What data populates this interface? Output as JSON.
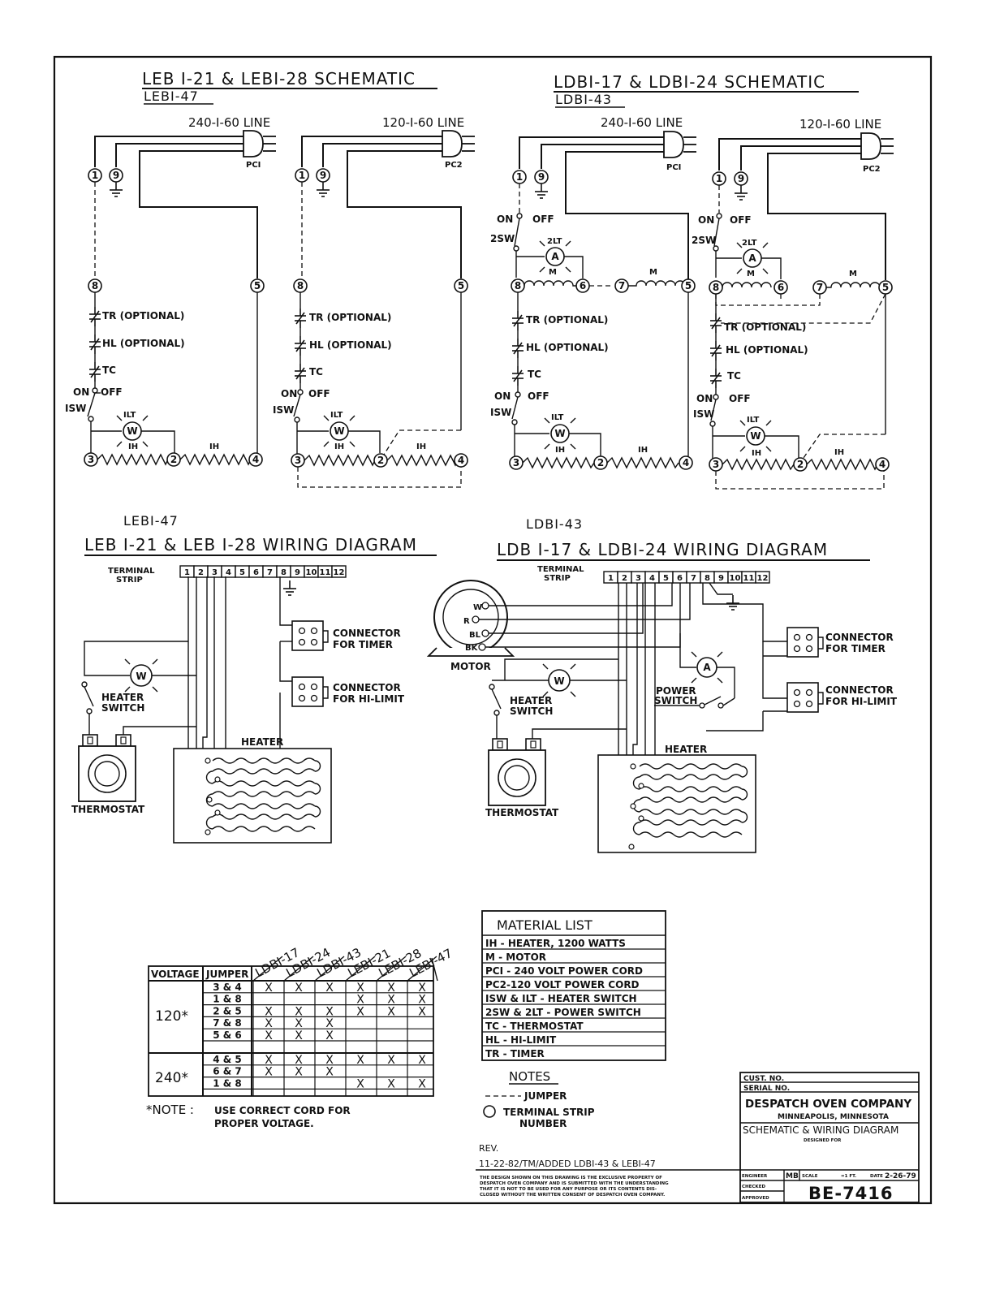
{
  "schematic_left": {
    "title": "LEB I-21 & LEBI-28 SCHEMATIC",
    "subtitle": "LEBI-47",
    "line_240": "240-I-60 LINE",
    "line_120": "120-I-60 LINE",
    "pc1": "PCI",
    "pc2": "PC2"
  },
  "schematic_right": {
    "title": "LDBI-17 & LDBI-24 SCHEMATIC",
    "subtitle": "LDBI-43",
    "line_240": "240-I-60 LINE",
    "line_120": "120-I-60 LINE",
    "pc1": "PCI",
    "pc2": "PC2"
  },
  "schematic_labels": {
    "tr": "TR (OPTIONAL)",
    "hl": "HL (OPTIONAL)",
    "tc": "TC",
    "on": "ON",
    "off": "OFF",
    "isw": "ISW",
    "ilt": "ILT",
    "ih": "IH",
    "sw2": "2SW",
    "lt2": "2LT",
    "m": "M",
    "w": "W",
    "a": "A"
  },
  "nodes": [
    "1",
    "9",
    "8",
    "5",
    "3",
    "2",
    "4",
    "6",
    "7"
  ],
  "wiring_left": {
    "subtitle": "LEBI-47",
    "title": "LEB I-21 & LEB I-28 WIRING DIAGRAM",
    "terminal_strip": [
      "TERMINAL",
      "STRIP"
    ],
    "terminals": [
      "1",
      "2",
      "3",
      "4",
      "5",
      "6",
      "7",
      "8",
      "9",
      "10",
      "11",
      "12"
    ],
    "connector_timer": [
      "CONNECTOR",
      "FOR TIMER"
    ],
    "connector_hilimit": [
      "CONNECTOR",
      "FOR HI-LIMIT"
    ],
    "heater_switch": [
      "HEATER",
      "SWITCH"
    ],
    "heater": "HEATER",
    "thermostat": "THERMOSTAT"
  },
  "wiring_right": {
    "subtitle": "LDBI-43",
    "title": "LDB I-17 & LDBI-24 WIRING DIAGRAM",
    "terminal_strip": [
      "TERMINAL",
      "STRIP"
    ],
    "terminals": [
      "1",
      "2",
      "3",
      "4",
      "5",
      "6",
      "7",
      "8",
      "9",
      "10",
      "11",
      "12"
    ],
    "connector_timer": [
      "CONNECTOR",
      "FOR TIMER"
    ],
    "connector_hilimit": [
      "CONNECTOR",
      "FOR HI-LIMIT"
    ],
    "heater_switch": [
      "HEATER",
      "SWITCH"
    ],
    "power_switch": [
      "POWER",
      "SWITCH"
    ],
    "heater": "HEATER",
    "thermostat": "THERMOSTAT",
    "motor": "MOTOR",
    "motor_leads": [
      "W",
      "R",
      "BL",
      "BK"
    ]
  },
  "jumper_table": {
    "header_voltage": "VOLTAGE",
    "header_jumper": "JUMPER",
    "models": [
      "LDBI-17",
      "LDBI-24",
      "LDBI-43",
      "LEBI-21",
      "LEBI-28",
      "LEBI-47"
    ],
    "groups": [
      {
        "voltage": "120*",
        "rows": [
          {
            "jumper": "3 & 4",
            "marks": [
              "X",
              "X",
              "X",
              "X",
              "X",
              "X"
            ]
          },
          {
            "jumper": "1 & 8",
            "marks": [
              "",
              "",
              "",
              "X",
              "X",
              "X"
            ]
          },
          {
            "jumper": "2 & 5",
            "marks": [
              "X",
              "X",
              "X",
              "X",
              "X",
              "X"
            ]
          },
          {
            "jumper": "7 & 8",
            "marks": [
              "X",
              "X",
              "X",
              "",
              "",
              ""
            ]
          },
          {
            "jumper": "5 & 6",
            "marks": [
              "X",
              "X",
              "X",
              "",
              "",
              ""
            ]
          }
        ]
      },
      {
        "voltage": "240*",
        "rows": [
          {
            "jumper": "4 & 5",
            "marks": [
              "X",
              "X",
              "X",
              "X",
              "X",
              "X"
            ]
          },
          {
            "jumper": "6 & 7",
            "marks": [
              "X",
              "X",
              "X",
              "",
              "",
              ""
            ]
          },
          {
            "jumper": "1 & 8",
            "marks": [
              "",
              "",
              "",
              "X",
              "X",
              "X"
            ]
          }
        ]
      }
    ],
    "note_label": "*NOTE :",
    "note_line1": "USE CORRECT CORD FOR",
    "note_line2": "PROPER VOLTAGE."
  },
  "material_list": {
    "title": "MATERIAL LIST",
    "items": [
      "IH - HEATER, 1200 WATTS",
      "M - MOTOR",
      "PCI - 240 VOLT POWER CORD",
      "PC2-120 VOLT POWER CORD",
      "ISW & ILT - HEATER SWITCH",
      "2SW & 2LT - POWER SWITCH",
      "TC - THERMOSTAT",
      "HL - HI-LIMIT",
      "TR - TIMER"
    ]
  },
  "notes": {
    "title": "NOTES",
    "jumper": "JUMPER",
    "terminal": "TERMINAL STRIP",
    "terminal2": "NUMBER"
  },
  "revision": {
    "label": "REV.",
    "text": "11-22-82/TM/ADDED LDBI-43 & LEBI-47"
  },
  "disclaimer": [
    "THE DESIGN SHOWN ON THIS DRAWING IS THE EXCLUSIVE PROPERTY OF",
    "DESPATCH OVEN COMPANY AND IS SUBMITTED WITH THE UNDERSTANDING",
    "THAT IT IS NOT TO BE USED FOR ANY PURPOSE OR ITS CONTENTS DIS-",
    "CLOSED WITHOUT THE WRITTEN CONSENT OF DESPATCH OVEN COMPANY."
  ],
  "title_block": {
    "cust_no": "CUST. NO.",
    "serial_no": "SERIAL NO.",
    "company": "DESPATCH OVEN COMPANY",
    "city": "MINNEAPOLIS, MINNESOTA",
    "drawing_title": "SCHEMATIC & WIRING DIAGRAM",
    "designed_for": "DESIGNED FOR",
    "engineer": "ENGINEER",
    "engineer_initials": "MB",
    "scale": "SCALE",
    "scale_value": "=1 FT.",
    "date": "DATE",
    "date_value": "2-26-79",
    "checked": "CHECKED",
    "approved": "APPROVED",
    "drawing_no": "BE-7416"
  }
}
